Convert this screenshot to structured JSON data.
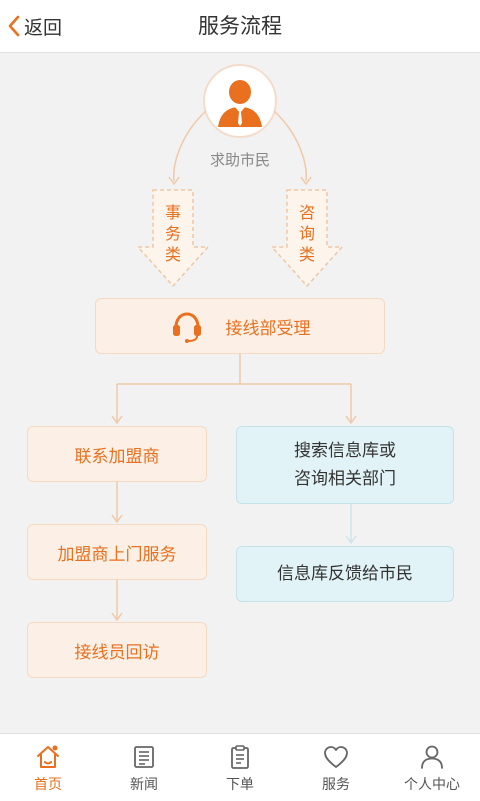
{
  "header": {
    "back_label": "返回",
    "title": "服务流程"
  },
  "flow": {
    "citizen_label": "求助市民",
    "affairs_label": "事务类",
    "consult_label": "咨询类",
    "accept_label": "接线部受理",
    "left_steps": [
      "联系加盟商",
      "加盟商上门服务",
      "接线员回访"
    ],
    "right_steps": [
      "搜索信息库或",
      "咨询相关部门",
      "信息库反馈给市民"
    ]
  },
  "tabbar": {
    "items": [
      {
        "label": "首页",
        "icon": "home-icon",
        "active": true
      },
      {
        "label": "新闻",
        "icon": "newspaper-icon",
        "active": false
      },
      {
        "label": "下单",
        "icon": "clipboard-icon",
        "active": false
      },
      {
        "label": "服务",
        "icon": "heart-icon",
        "active": false
      },
      {
        "label": "个人中心",
        "icon": "person-icon",
        "active": false
      }
    ]
  },
  "colors": {
    "accent": "#e8701e",
    "orange_box": "#fcf0e6",
    "blue_box": "#e1f3f6",
    "background": "#f2f2f2"
  }
}
